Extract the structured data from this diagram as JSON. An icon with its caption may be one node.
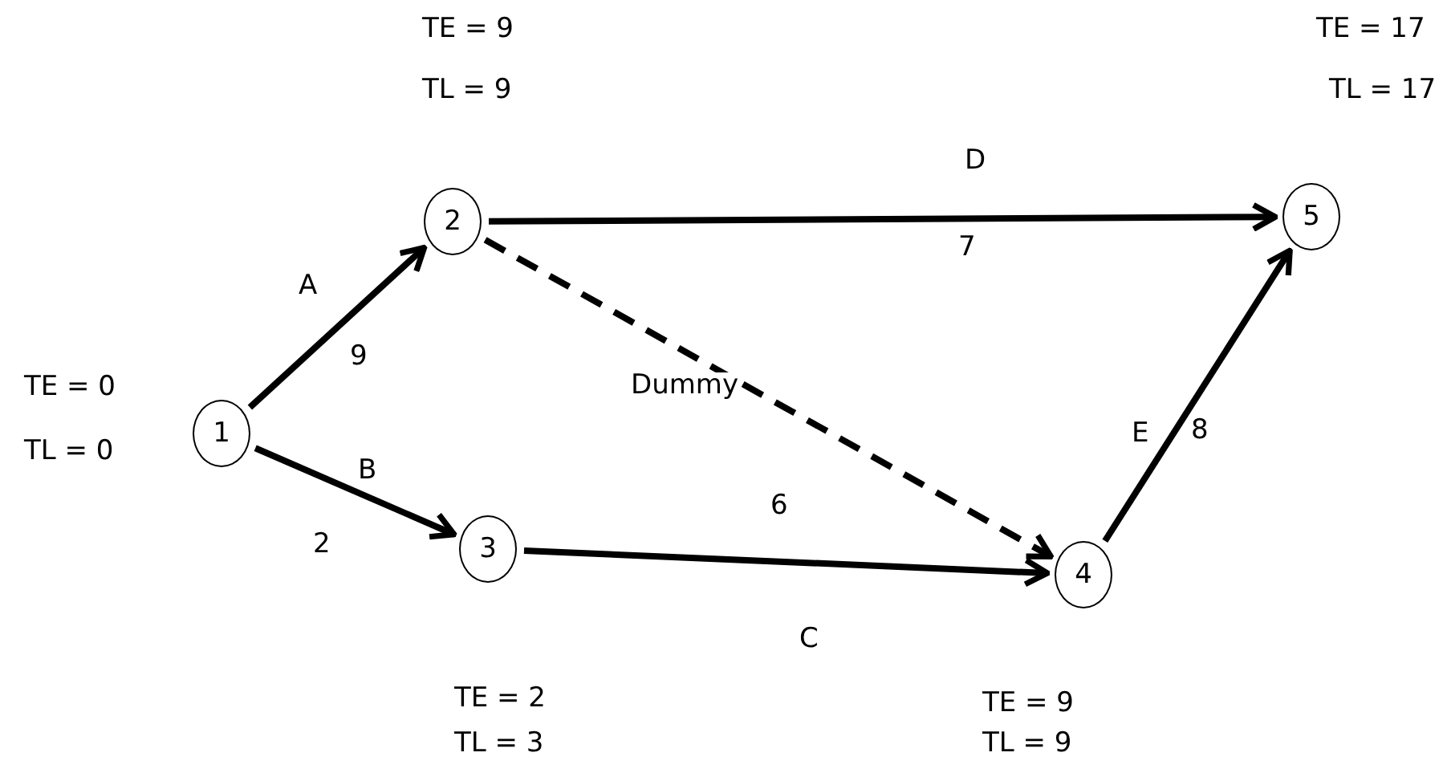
{
  "diagram": {
    "nodes": [
      {
        "text": [
          "1"
        ],
        "beside": [
          "TE = 0",
          "TL = 0"
        ]
      },
      {
        "text": [
          "2"
        ],
        "beside": [
          "TE = 9",
          "TL = 9"
        ]
      },
      {
        "text": [
          "3"
        ],
        "beside": [
          "TE = 2",
          "TL = 3"
        ]
      },
      {
        "text": [
          "4"
        ],
        "beside": [
          "TE = 9",
          "TL = 9"
        ]
      },
      {
        "text": [
          "5"
        ],
        "beside": [
          "TE = 17",
          "TL = 17"
        ]
      }
    ],
    "edges": [
      {
        "from": 0,
        "to": 1,
        "arrow": "to",
        "label": "A"
      },
      {
        "from": 0,
        "to": 2,
        "arrow": "to",
        "label": "B"
      },
      {
        "from": 1,
        "to": 4,
        "arrow": "to",
        "label": "D"
      },
      {
        "from": 1,
        "to": 3,
        "arrow": "to",
        "label": "Dummy",
        "style": "dashed"
      },
      {
        "from": 2,
        "to": 3,
        "arrow": "to",
        "label": "C"
      },
      {
        "from": 3,
        "to": 4,
        "arrow": "to",
        "label": "E"
      }
    ],
    "labels": [
      "9",
      "2",
      "7",
      "6",
      "8"
    ]
  }
}
